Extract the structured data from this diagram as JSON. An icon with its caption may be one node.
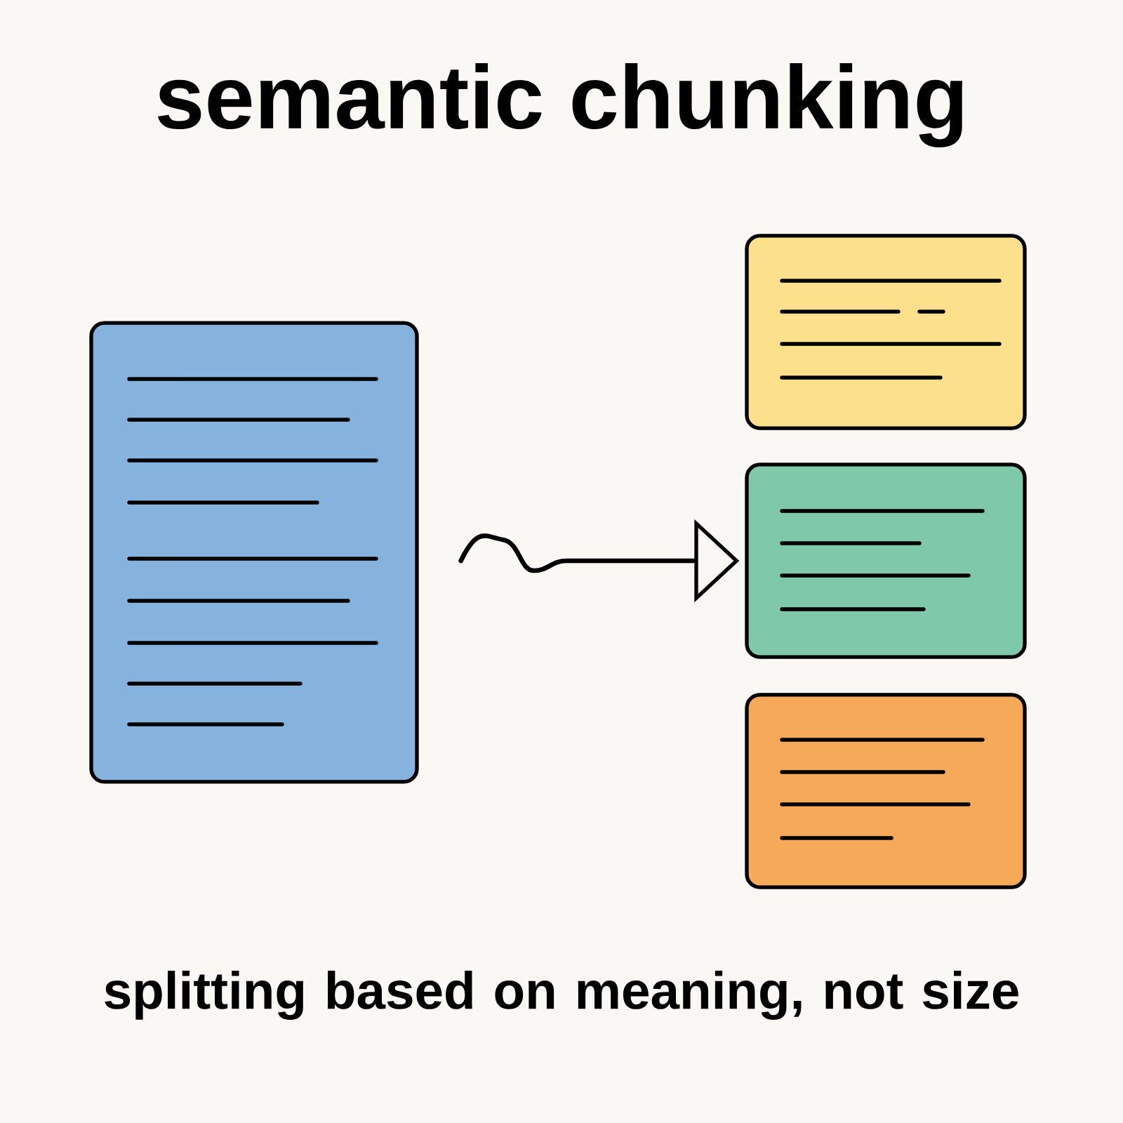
{
  "diagram": {
    "title": "semantic chunking",
    "caption": "splitting based on meaning, not size",
    "nodes": [
      {
        "text": [],
        "shape": "box"
      },
      {
        "text": [],
        "shape": "box"
      },
      {
        "text": [],
        "shape": "box"
      },
      {
        "text": [],
        "shape": "box"
      }
    ],
    "edges": [
      {
        "from": 0,
        "to": 2,
        "arrow": "to"
      }
    ]
  }
}
